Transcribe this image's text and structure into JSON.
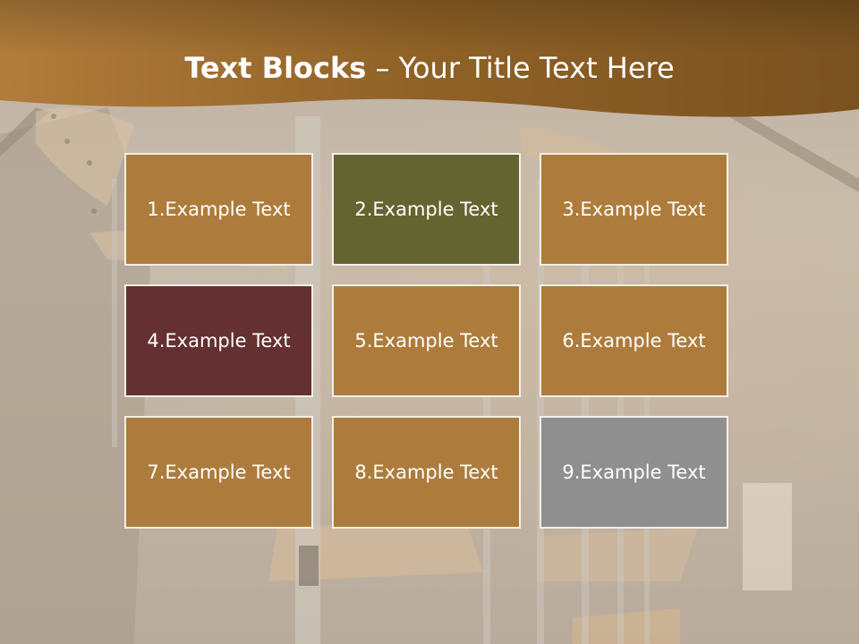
{
  "title": {
    "bold": "Text Blocks",
    "rest": " – Your Title Text Here"
  },
  "blocks": [
    {
      "label": "1.Example Text",
      "color": "#ad7c3c"
    },
    {
      "label": "2.Example Text",
      "color": "#646430"
    },
    {
      "label": "3.Example Text",
      "color": "#ad7c3c"
    },
    {
      "label": "4.Example Text",
      "color": "#643032"
    },
    {
      "label": "5.Example Text",
      "color": "#ad7c3c"
    },
    {
      "label": "6.Example Text",
      "color": "#ad7c3c"
    },
    {
      "label": "7.Example Text",
      "color": "#ad7c3c"
    },
    {
      "label": "8.Example Text",
      "color": "#ad7c3c"
    },
    {
      "label": "9.Example Text",
      "color": "#8f8f8f"
    }
  ],
  "colors": {
    "header": "#8e5f22",
    "header_light": "#b07d3e"
  }
}
